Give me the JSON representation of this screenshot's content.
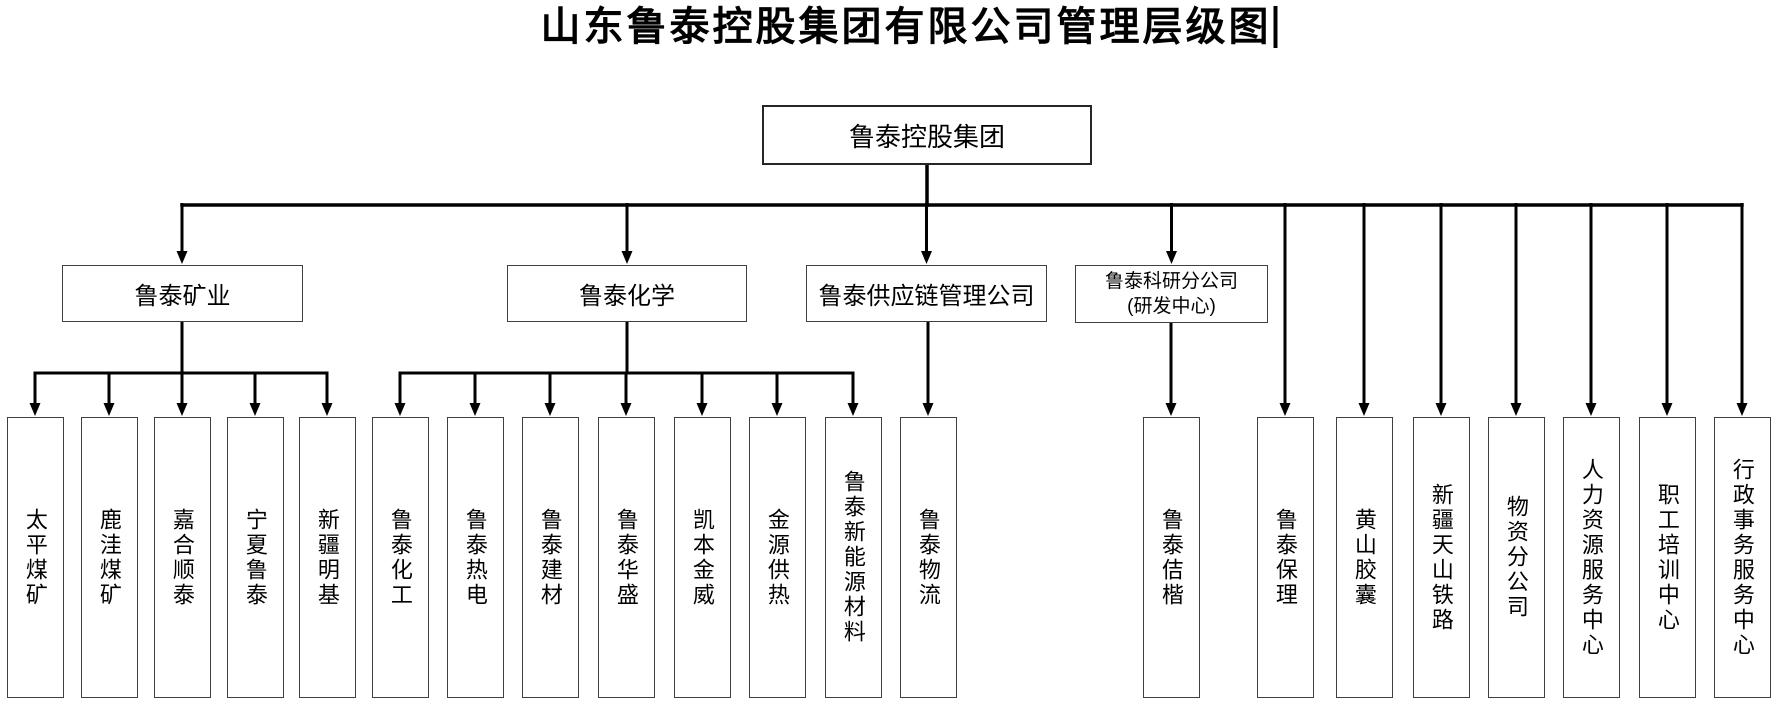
{
  "title": "山东鲁泰控股集团有限公司管理层级图",
  "org_chart": {
    "root": {
      "label": "鲁泰控股集团"
    },
    "divisions": [
      {
        "label": "鲁泰矿业",
        "children": [
          "太平煤矿",
          "鹿洼煤矿",
          "嘉合顺泰",
          "宁夏鲁泰",
          "新疆明基"
        ]
      },
      {
        "label": "鲁泰化学",
        "children": [
          "鲁泰化工",
          "鲁泰热电",
          "鲁泰建材",
          "鲁泰华盛",
          "凯本金威",
          "金源供热",
          "鲁泰新能源材料"
        ]
      },
      {
        "label": "鲁泰供应链管理公司",
        "children": [
          "鲁泰物流"
        ]
      },
      {
        "label": "鲁泰科研分公司",
        "sublabel": "(研发中心)",
        "children": [
          "鲁泰佶楷"
        ]
      }
    ],
    "root_children": [
      "鲁泰保理",
      "黄山胶囊",
      "新疆天山铁路",
      "物资分公司",
      "人力资源服务中心",
      "职工培训中心",
      "行政事务服务中心"
    ]
  },
  "colors": {
    "line": "#000000",
    "box_border": "#404040",
    "text": "#000000",
    "background": "#ffffff"
  }
}
